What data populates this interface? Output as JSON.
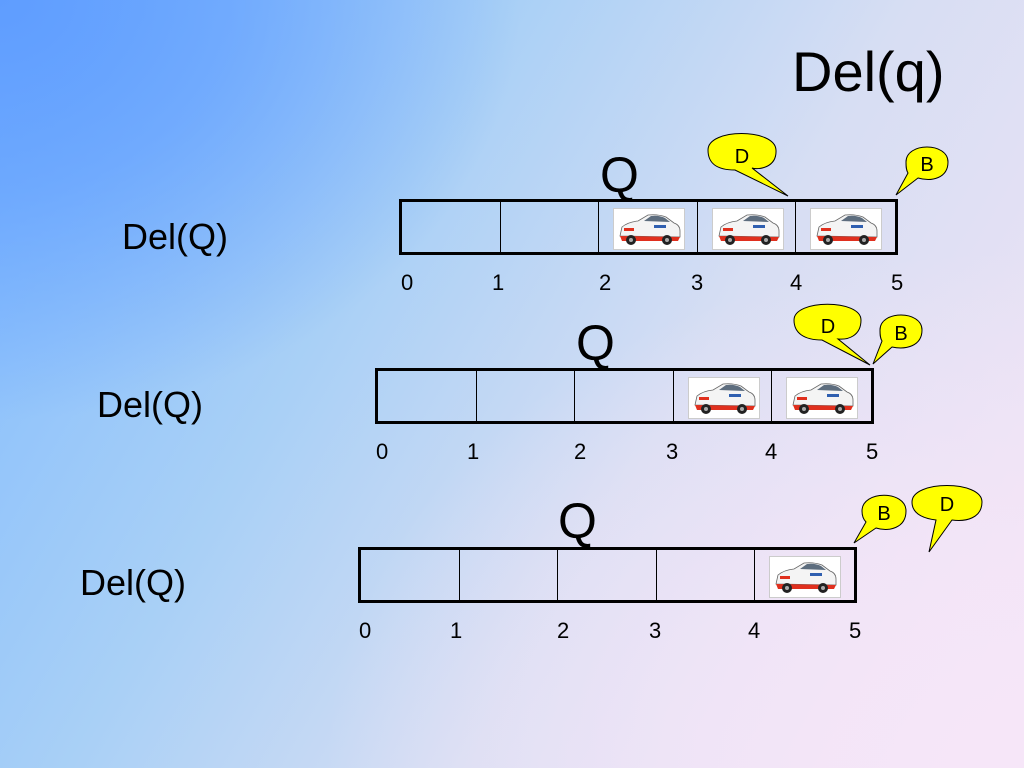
{
  "slide": {
    "title": "Del(q)"
  },
  "rows": [
    {
      "label": "Del(Q)",
      "queue_name": "Q",
      "cars": [
        2,
        3,
        4
      ],
      "indices": [
        "0",
        "1",
        "2",
        "3",
        "4",
        "5"
      ],
      "d_label": "D",
      "b_label": "B"
    },
    {
      "label": "Del(Q)",
      "queue_name": "Q",
      "cars": [
        3,
        4
      ],
      "indices": [
        "0",
        "1",
        "2",
        "3",
        "4",
        "5"
      ],
      "d_label": "D",
      "b_label": "B"
    },
    {
      "label": "Del(Q)",
      "queue_name": "Q",
      "cars": [
        4
      ],
      "indices": [
        "0",
        "1",
        "2",
        "3",
        "4",
        "5"
      ],
      "d_label": "D",
      "b_label": "B"
    }
  ],
  "colors": {
    "callout_fill": "#ffff00",
    "car_body": "#ffffff",
    "car_red": "#e0301e"
  }
}
